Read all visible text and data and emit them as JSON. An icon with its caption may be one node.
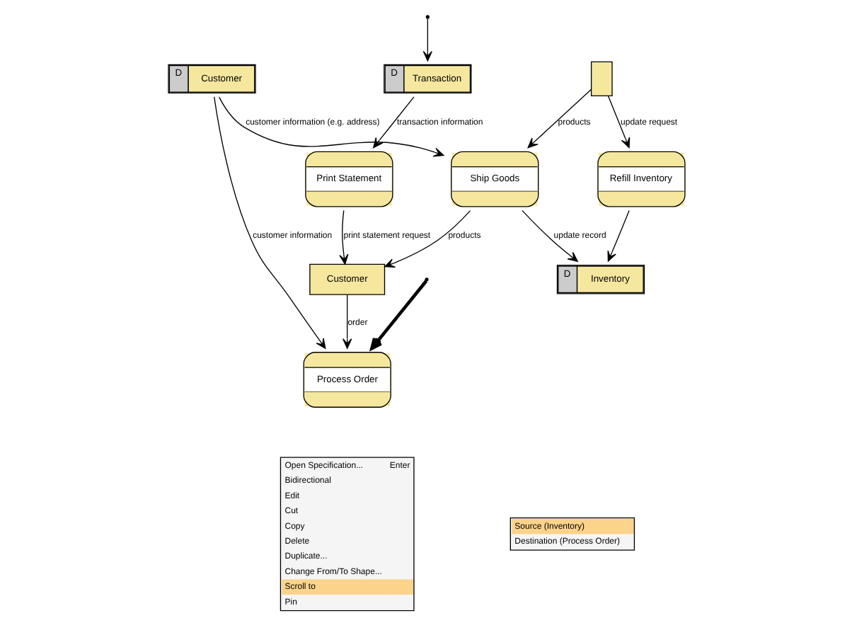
{
  "diagram": {
    "nodes": [
      {
        "text": [
          "Print Statement"
        ]
      },
      {
        "text": [
          "Refill Inventory"
        ]
      },
      {
        "text": [
          "D",
          "Inventory"
        ]
      },
      {
        "text": [
          "Customer"
        ]
      },
      {
        "text": [
          "Ship Goods"
        ]
      },
      {
        "text": [
          "Process Order"
        ]
      },
      {
        "text": [
          "D",
          "Transaction"
        ]
      },
      {
        "text": [
          "D",
          "Customer"
        ]
      },
      {
        "text": [],
        "shape": "box"
      }
    ],
    "edges": [
      {
        "from": 0,
        "to": 3,
        "arrow": "to",
        "label": "print statement request"
      },
      {
        "from": 1,
        "to": 2,
        "arrow": "to"
      },
      {
        "from": 4,
        "to": 2,
        "arrow": "to",
        "label": "update record"
      },
      {
        "from": 4,
        "to": 3,
        "arrow": "to",
        "label": "products"
      },
      {
        "from": 3,
        "to": 5,
        "arrow": "to",
        "label": "order"
      },
      {
        "from": 6,
        "to": 0,
        "arrow": "to",
        "label": "transaction information"
      },
      {
        "from": 8,
        "to": 1,
        "arrow": "to",
        "label": "update request"
      },
      {
        "from": 8,
        "to": 4,
        "arrow": "to",
        "label": "products"
      },
      {
        "from": 7,
        "to": 4,
        "arrow": "to",
        "label": "customer information (e.g. address)"
      },
      {
        "from": 7,
        "to": 5,
        "arrow": "to",
        "label": "customer information"
      },
      {
        "from": null,
        "to": 5,
        "arrow": "to",
        "style": "thick"
      },
      {
        "from": null,
        "to": 6,
        "arrow": "to"
      }
    ],
    "labels": [
      "Open Specification...",
      "Enter",
      "Bidirectional",
      "Edit",
      "Cut",
      "Copy",
      "Delete",
      "Duplicate...",
      "Change From/To Shape...",
      "Scroll to",
      "Pin",
      "Source (Inventory)",
      "Destination (Process Order)"
    ]
  }
}
